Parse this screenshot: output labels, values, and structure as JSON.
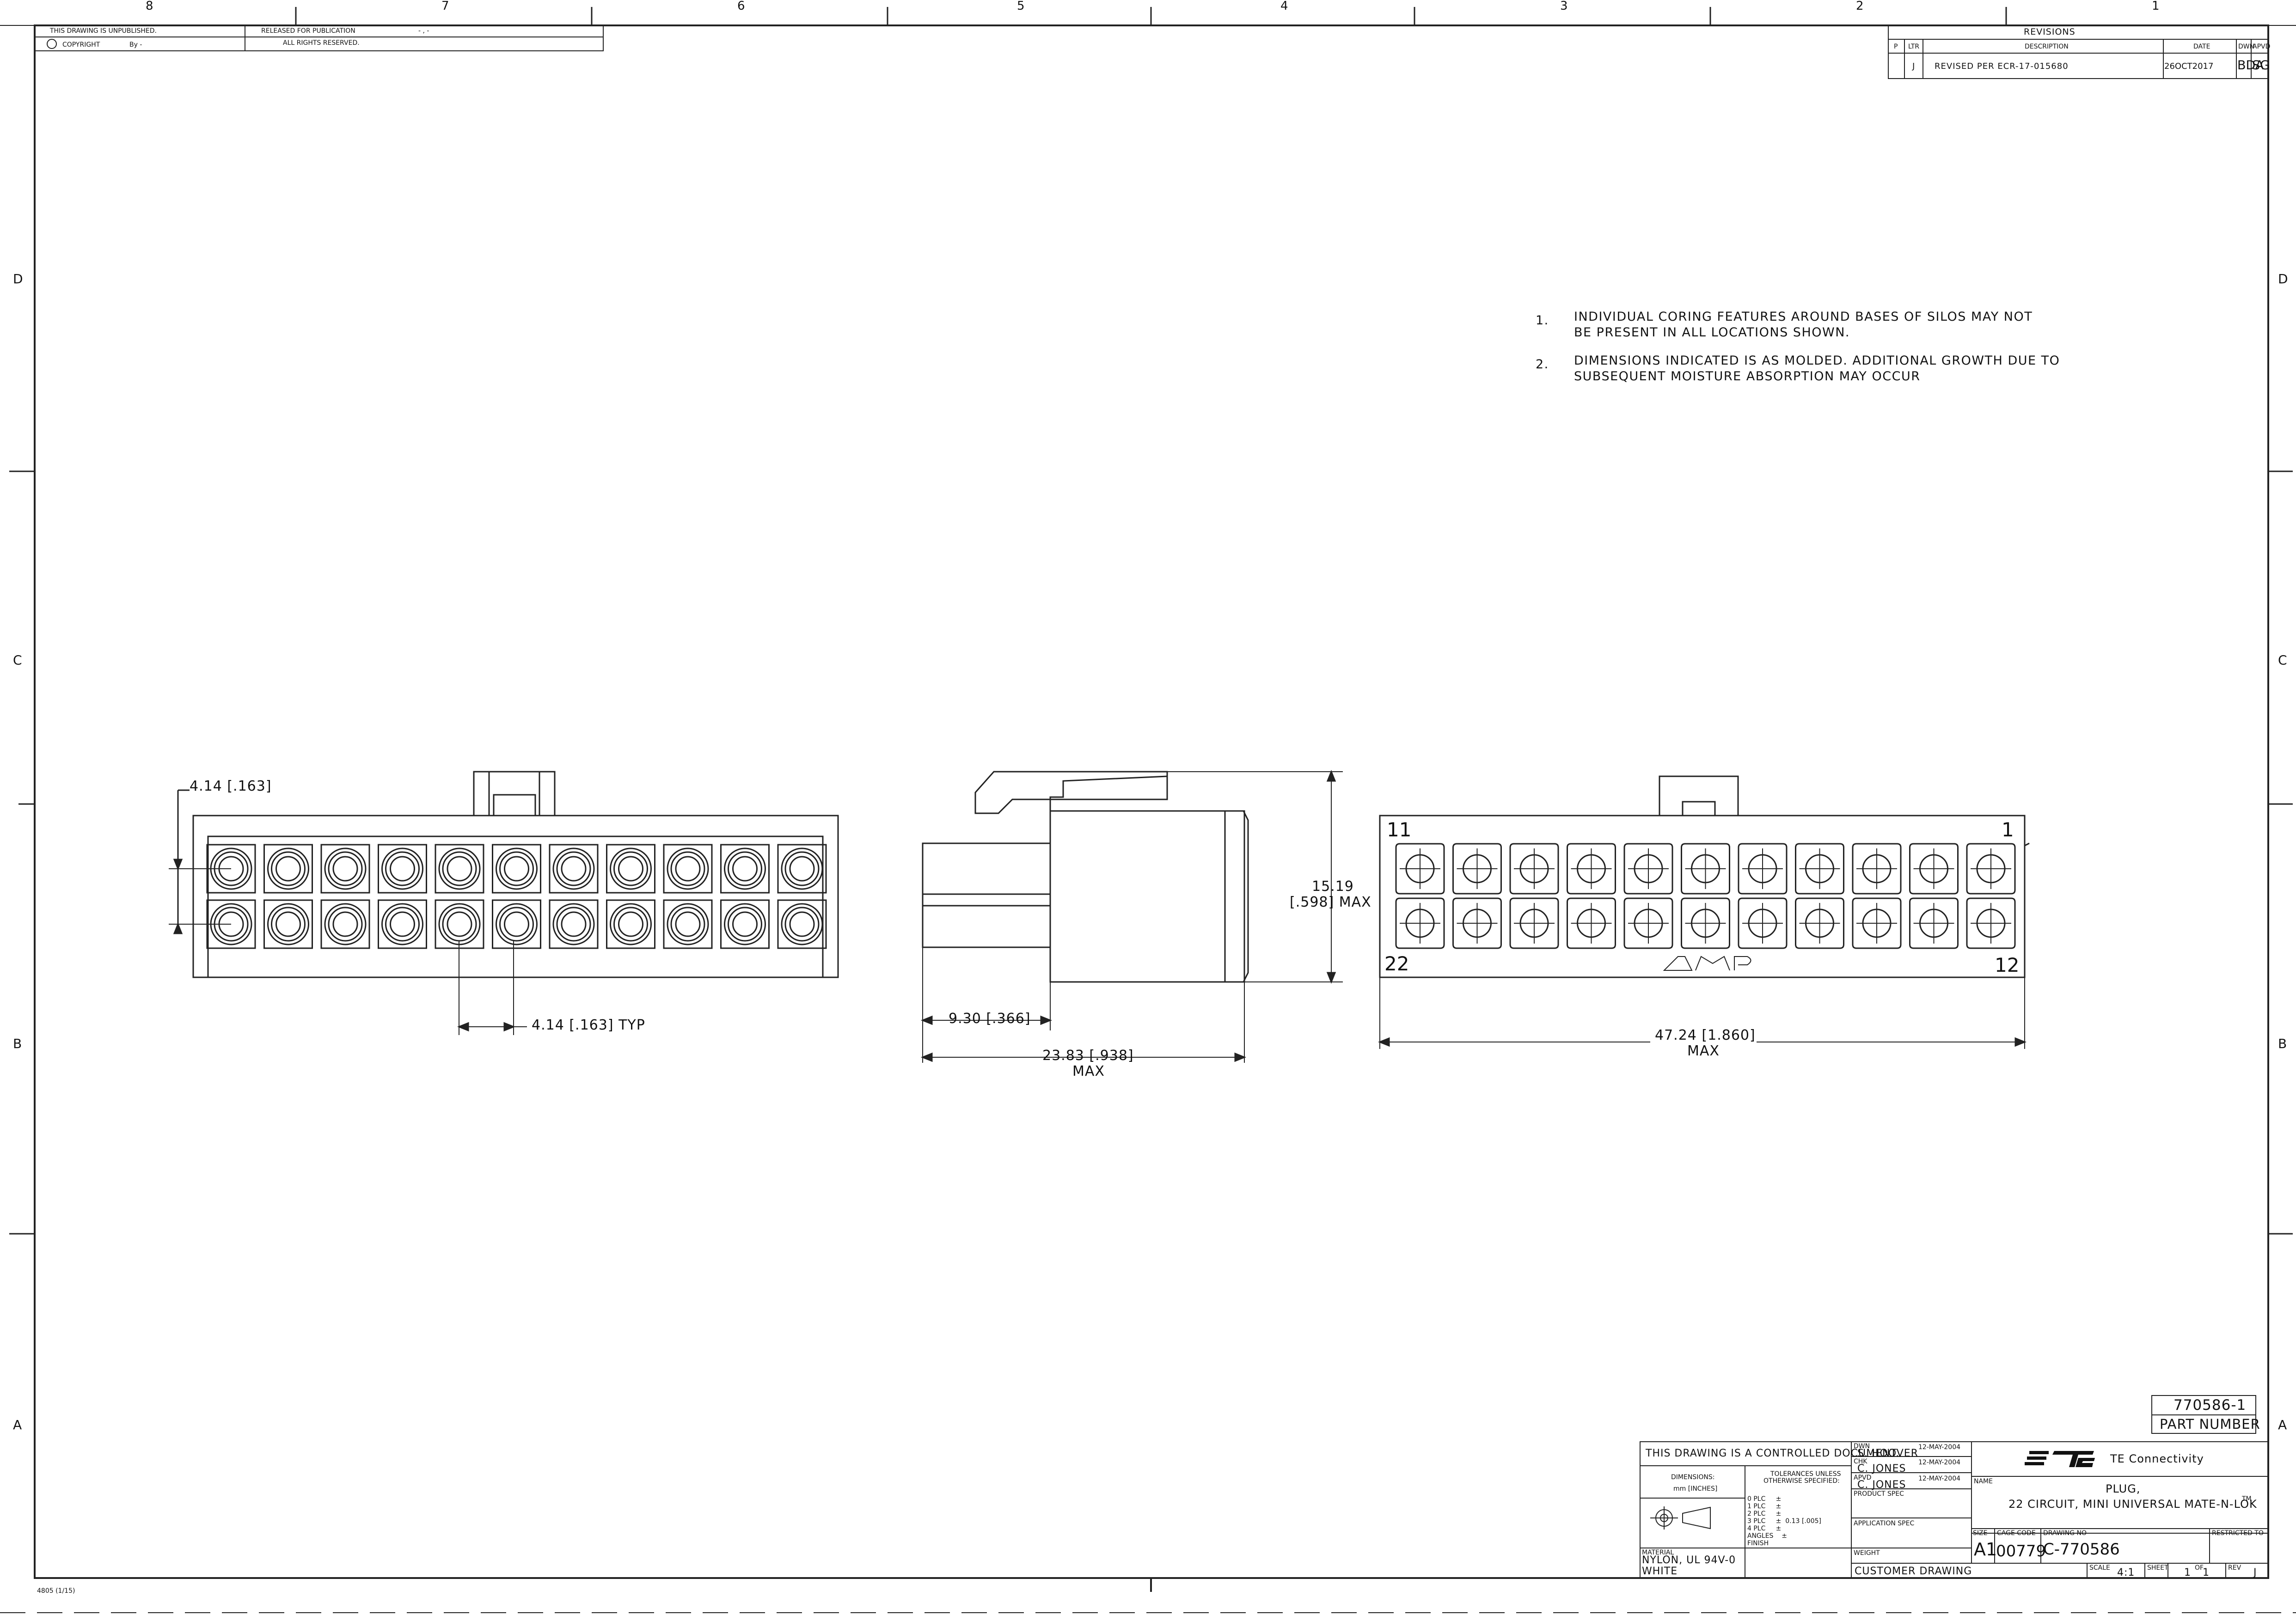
{
  "border": {
    "columns": [
      "8",
      "7",
      "6",
      "5",
      "4",
      "3",
      "2",
      "1"
    ],
    "rows": [
      "D",
      "C",
      "B",
      "A"
    ]
  },
  "top_block": {
    "unpublished": "THIS DRAWING IS UNPUBLISHED.",
    "copyright": "COPYRIGHT",
    "by": "By -",
    "released": "RELEASED FOR PUBLICATION",
    "rights": "ALL RIGHTS RESERVED.",
    "released_value": "- ,  -"
  },
  "revisions": {
    "title": "REVISIONS",
    "headers": [
      "P",
      "LTR",
      "DESCRIPTION",
      "DATE",
      "DWN",
      "APVD"
    ],
    "rows": [
      {
        "p": "",
        "ltr": "J",
        "description": "REVISED PER ECR-17-015680",
        "date": "26OCT2017",
        "dwn": "BDA",
        "apvd": "SG"
      }
    ]
  },
  "notes": [
    {
      "num": "1.",
      "line1": "INDIVIDUAL CORING FEATURES AROUND BASES OF SILOS MAY NOT",
      "line2": "BE PRESENT IN ALL LOCATIONS SHOWN."
    },
    {
      "num": "2.",
      "line1": "DIMENSIONS INDICATED IS AS MOLDED. ADDITIONAL GROWTH DUE TO",
      "line2": "SUBSEQUENT MOISTURE ABSORPTION MAY OCCUR"
    }
  ],
  "views": {
    "rear": {
      "dim_top": "4.14 [.163]",
      "dim_pitch": "4.14 [.163] TYP"
    },
    "side": {
      "dim_height": "15.19",
      "dim_height_in": "[.598] MAX",
      "dim_short": "9.30 [.366]",
      "dim_length": "23.83 [.938]",
      "dim_length_max": "MAX"
    },
    "front": {
      "pin_1": "1",
      "pin_11": "11",
      "pin_12": "12",
      "pin_22": "22",
      "logo": "AMP",
      "dim_width": "47.24 [1.860]",
      "dim_width_max": "MAX"
    }
  },
  "part_number": {
    "value": "770586-1",
    "label": "PART NUMBER"
  },
  "title_block": {
    "controlled": "THIS DRAWING IS A CONTROLLED DOCUMENT.",
    "dimensions_label": "DIMENSIONS:",
    "dimensions_unit": "mm [INCHES]",
    "tolerances_1": "TOLERANCES UNLESS",
    "tolerances_2": "OTHERWISE SPECIFIED:",
    "tol_rows": [
      "0 PLC     ±",
      "1 PLC     ±",
      "2 PLC     ±",
      "3 PLC     ±  0.13 [.005]",
      "4 PLC     ±",
      "ANGLES    ±"
    ],
    "material_label": "MATERIAL",
    "material_1": "NYLON, UL 94V-0",
    "material_2": "WHITE",
    "finish_label": "FINISH",
    "dwn_label": "DWN",
    "dwn_name": "S. HOOVER",
    "dwn_date": "12-MAY-2004",
    "chk_label": "CHK",
    "chk_name": "C. JONES",
    "chk_date": "12-MAY-2004",
    "apvd_label": "APVD",
    "apvd_name": "C. JONES",
    "apvd_date": "12-MAY-2004",
    "product_spec": "PRODUCT SPEC",
    "application_spec": "APPLICATION SPEC",
    "weight": "WEIGHT",
    "company": "TE Connectivity",
    "name_label": "NAME",
    "name_1": "PLUG,",
    "name_2": "22 CIRCUIT, MINI UNIVERSAL MATE-N-LOK",
    "tm": "TM",
    "size_label": "SIZE",
    "size": "A1",
    "cage_label": "CAGE CODE",
    "cage": "00779",
    "dwgno_label": "DRAWING NO",
    "dwgno": "C-770586",
    "restricted": "RESTRICTED TO",
    "customer": "CUSTOMER DRAWING",
    "scale_label": "SCALE",
    "scale": "4:1",
    "sheet_label": "SHEET",
    "sheet": "1",
    "of_label": "OF",
    "of": "1",
    "rev_label": "REV",
    "rev": "J"
  },
  "form_no": "4805 (1/15)"
}
